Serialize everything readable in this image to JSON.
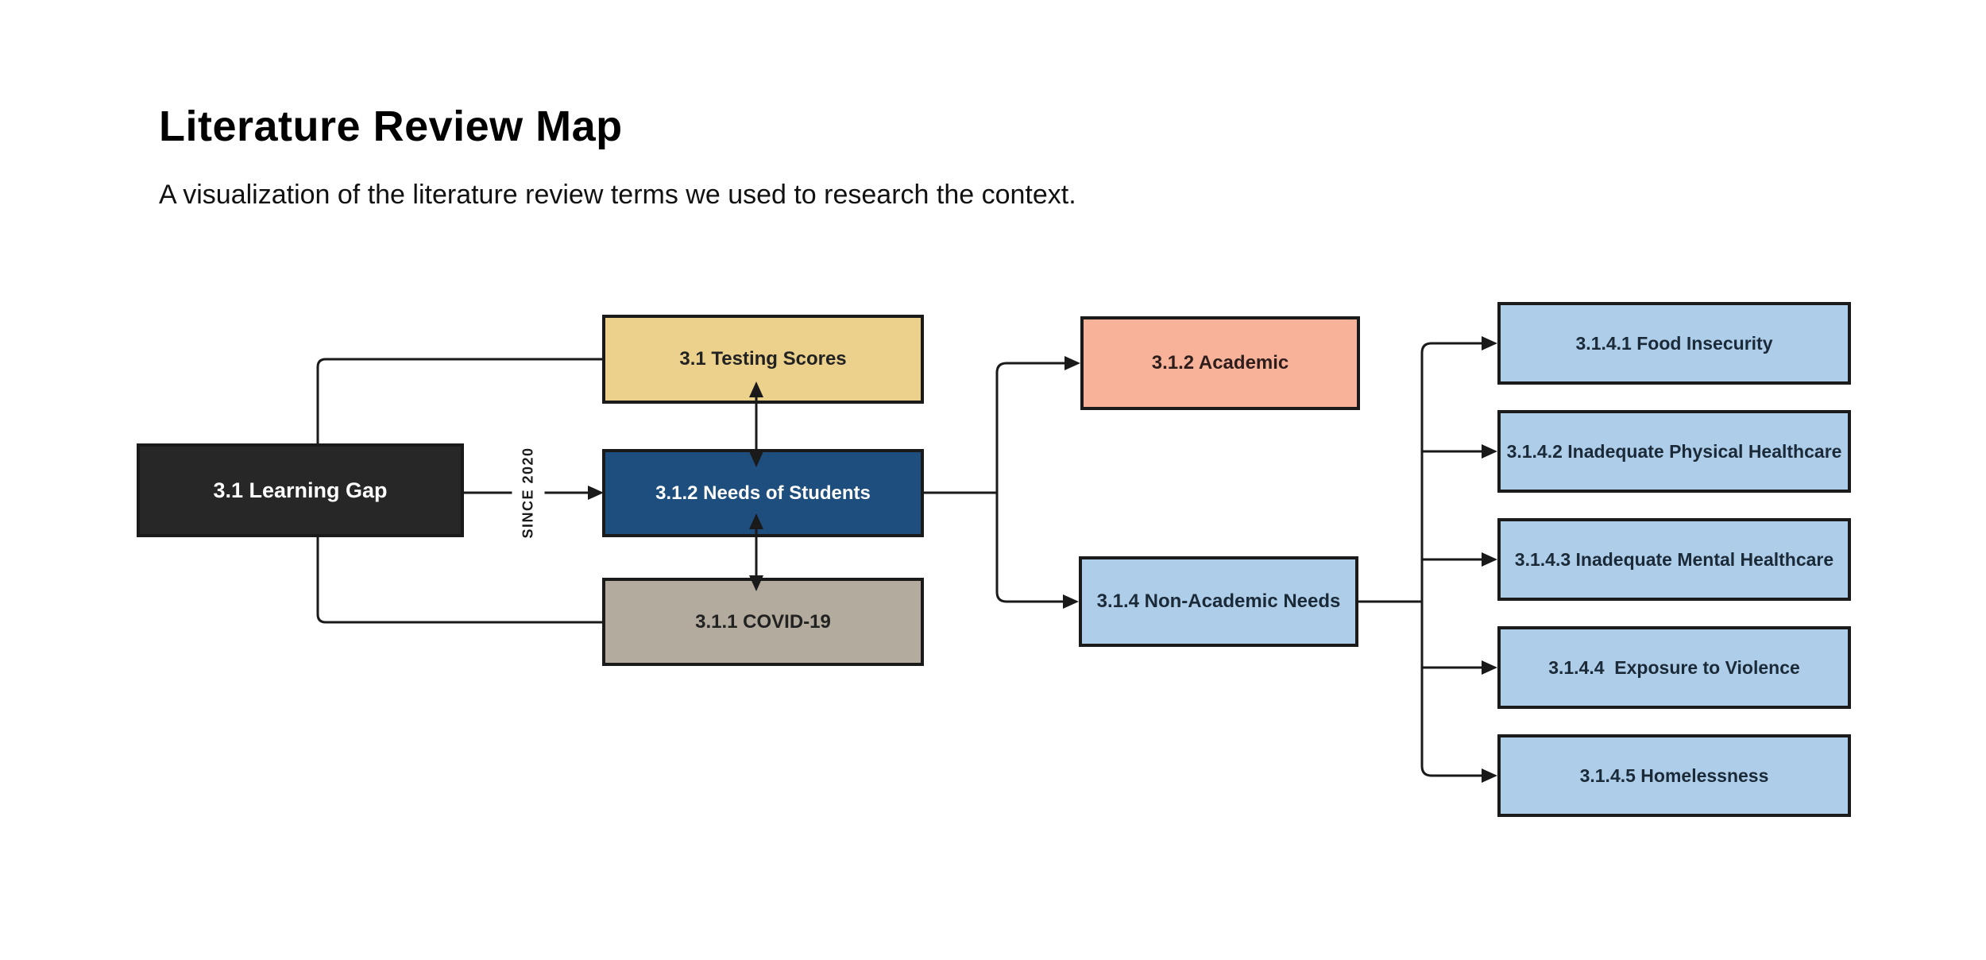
{
  "title": "Literature Review Map",
  "subtitle": "A visualization of the literature review terms we used to research the context.",
  "diagram": {
    "edge_label": "SINCE 2020",
    "connector_color": "#1a1a1a",
    "nodes": {
      "learning_gap": {
        "label": "3.1 Learning Gap",
        "fill": "#272727",
        "text_color": "#ffffff"
      },
      "testing_scores": {
        "label": "3.1 Testing Scores",
        "fill": "#ECD18D",
        "text_color": "#222222"
      },
      "needs_of_students": {
        "label": "3.1.2 Needs of Students",
        "fill": "#1E4E7D",
        "text_color": "#ffffff"
      },
      "covid_19": {
        "label": "3.1.1 COVID-19",
        "fill": "#B3AB9D",
        "text_color": "#222222"
      },
      "academic": {
        "label": "3.1.2 Academic",
        "fill": "#F8B29A",
        "text_color": "#2D1D1B"
      },
      "non_academic_needs": {
        "label": "3.1.4 Non-Academic Needs",
        "fill": "#AECDE8",
        "text_color": "#1B2A38"
      },
      "food_insecurity": {
        "label": "3.1.4.1 Food Insecurity",
        "fill": "#AECDE8",
        "text_color": "#1B2A38"
      },
      "inadequate_physical_healthcare": {
        "label": "3.1.4.2 Inadequate Physical Healthcare",
        "fill": "#AECDE8",
        "text_color": "#1B2A38"
      },
      "inadequate_mental_healthcare": {
        "label": "3.1.4.3 Inadequate Mental Healthcare",
        "fill": "#AECDE8",
        "text_color": "#1B2A38"
      },
      "exposure_to_violence": {
        "label": "3.1.4.4  Exposure to Violence",
        "fill": "#AECDE8",
        "text_color": "#1B2A38"
      },
      "homelessness": {
        "label": "3.1.4.5 Homelessness",
        "fill": "#AECDE8",
        "text_color": "#1B2A38"
      }
    }
  }
}
